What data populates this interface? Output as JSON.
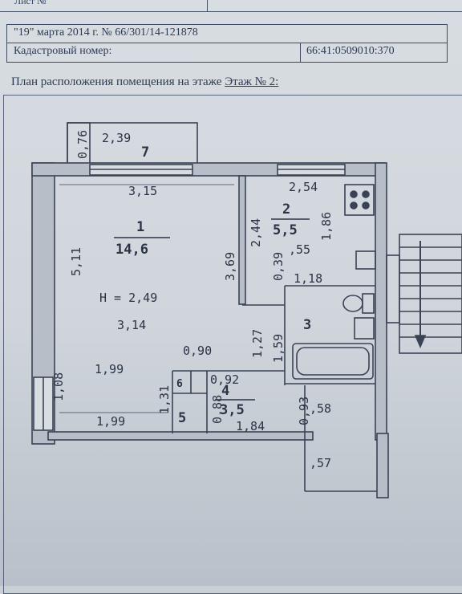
{
  "header": {
    "top_cut": "Лист №",
    "date_line": "\"19\" марта 2014 г. № 66/301/14-121878",
    "cadastral_label": "Кадастровый номер:",
    "cadastral_value": "66:41:0509010:370"
  },
  "plan_title": {
    "prefix": "План расположения помещения на этаже",
    "floor": "Этаж № 2:"
  },
  "rooms": [
    {
      "number": "1",
      "area": "14,6"
    },
    {
      "number": "2",
      "area": "5,5"
    },
    {
      "number": "3",
      "area": ""
    },
    {
      "number": "4",
      "area": "3,5"
    },
    {
      "number": "5",
      "area": ""
    },
    {
      "number": "6",
      "area": ""
    },
    {
      "number": "7",
      "area": ""
    }
  ],
  "height_label": "H = 2,49",
  "dimensions": [
    "2,39",
    "0,76",
    "3,15",
    "2,54",
    "2,44",
    "1,86",
    "5,11",
    "3,69",
    "0,39",
    ",55",
    "1,18",
    "3,14",
    "1,27",
    "1,59",
    "0,90",
    "1,99",
    "1,31",
    "0,92",
    "0,88",
    "1,08",
    "1,99",
    "1,84",
    "0,93",
    ",58",
    ",57"
  ]
}
